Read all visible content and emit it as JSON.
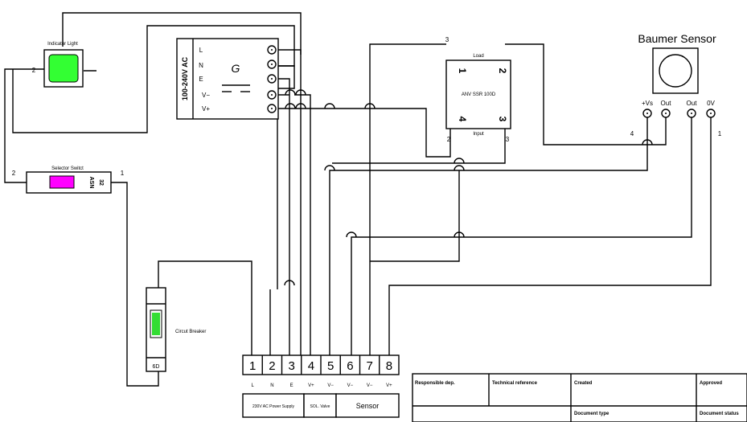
{
  "indicator": {
    "label": "Indicator Light",
    "pin": "2",
    "lamp_color": "#33ff33"
  },
  "selector": {
    "label": "Selector Switct",
    "code1": "ASN",
    "code2": "32",
    "pin_left": "2",
    "pin_right": "1",
    "knob_color": "#ff00ff"
  },
  "breaker": {
    "label": "Circut Breaker",
    "rating": "6D",
    "handle_color": "#33dd33"
  },
  "psu": {
    "voltage": "100-240V AC",
    "symbol": "G",
    "terminals": [
      "L",
      "N",
      "E",
      "V−",
      "V+"
    ]
  },
  "ssr": {
    "model": "ANV SSR 100D",
    "load_label": "Load",
    "input_label": "Input",
    "pins": [
      "1",
      "2",
      "4",
      "3"
    ],
    "outer_pins": [
      "3",
      "2",
      "3"
    ]
  },
  "sensor": {
    "title": "Baumer Sensor",
    "terminals": [
      "+Vs",
      "Out",
      "Out",
      "0V"
    ],
    "pin_left": "4",
    "pin_right": "1"
  },
  "terminal_block": {
    "numbers": [
      "1",
      "2",
      "3",
      "4",
      "5",
      "6",
      "7",
      "8"
    ],
    "signals": [
      "L",
      "N",
      "E",
      "V+",
      "V−",
      "V−",
      "V−",
      "V+"
    ],
    "groups": [
      "230V AC Power Supply",
      "SOL. Valve",
      "Sensor"
    ]
  },
  "title_block": {
    "responsible": "Responsible dep.",
    "technical": "Technical reference",
    "created": "Created",
    "approved": "Approved",
    "doc_type": "Document type",
    "doc_status": "Document status"
  }
}
